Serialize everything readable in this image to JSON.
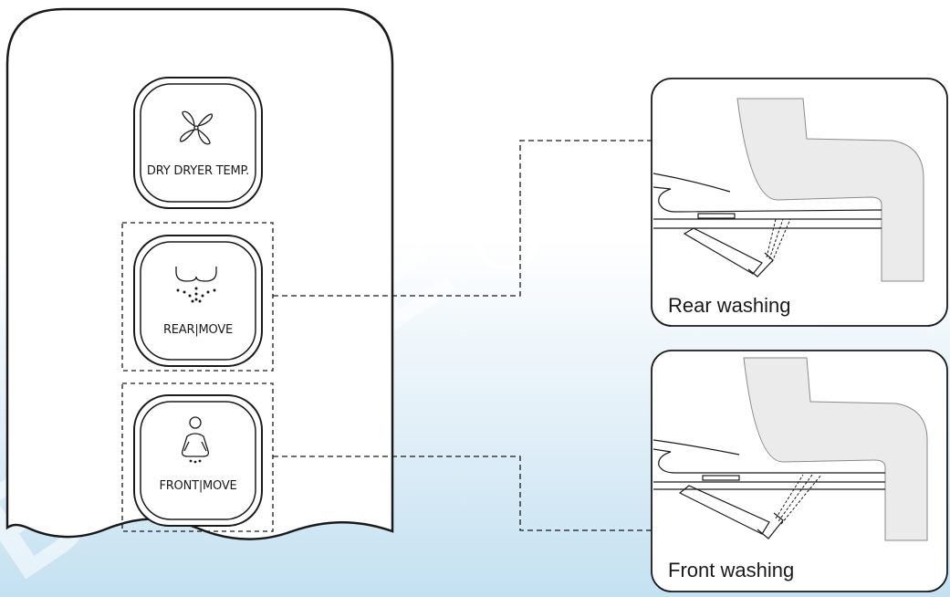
{
  "panel": {
    "buttons": [
      {
        "id": "dry",
        "label": "DRY DRYER TEMP.",
        "icon": "fan-icon"
      },
      {
        "id": "rear",
        "label": "REAR|MOVE",
        "icon": "rear-wash-icon"
      },
      {
        "id": "front",
        "label": "FRONT|MOVE",
        "icon": "front-wash-icon"
      }
    ]
  },
  "illustrations": {
    "rear": {
      "caption": "Rear washing"
    },
    "front": {
      "caption": "Front washing"
    }
  },
  "watermark": {
    "text": "BRIDGE",
    "text2": "WOO"
  },
  "colors": {
    "stroke": "#1a1a1a",
    "figure_fill": "#ebebeb",
    "background_bottom": "#c4e1f1"
  }
}
